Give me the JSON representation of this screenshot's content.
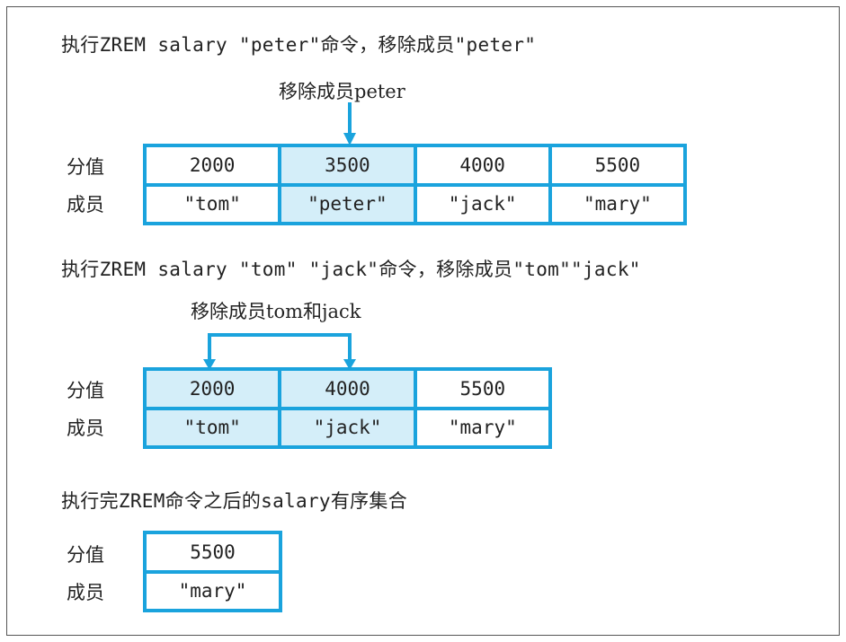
{
  "accent_color": "#1aa3dd",
  "highlight_color": "#d4eef9",
  "row_labels": {
    "score": "分值",
    "member": "成员"
  },
  "step1": {
    "caption": "执行ZREM salary \"peter\"命令，移除成员\"peter\"",
    "callout": "移除成员peter",
    "scores": [
      "2000",
      "3500",
      "4000",
      "5500"
    ],
    "members": [
      "\"tom\"",
      "\"peter\"",
      "\"jack\"",
      "\"mary\""
    ]
  },
  "step2": {
    "caption": "执行ZREM salary \"tom\" \"jack\"命令，移除成员\"tom\"\"jack\"",
    "callout": "移除成员tom和jack",
    "scores": [
      "2000",
      "4000",
      "5500"
    ],
    "members": [
      "\"tom\"",
      "\"jack\"",
      "\"mary\""
    ]
  },
  "step3": {
    "caption": "执行完ZREM命令之后的salary有序集合",
    "scores": [
      "5500"
    ],
    "members": [
      "\"mary\""
    ]
  }
}
